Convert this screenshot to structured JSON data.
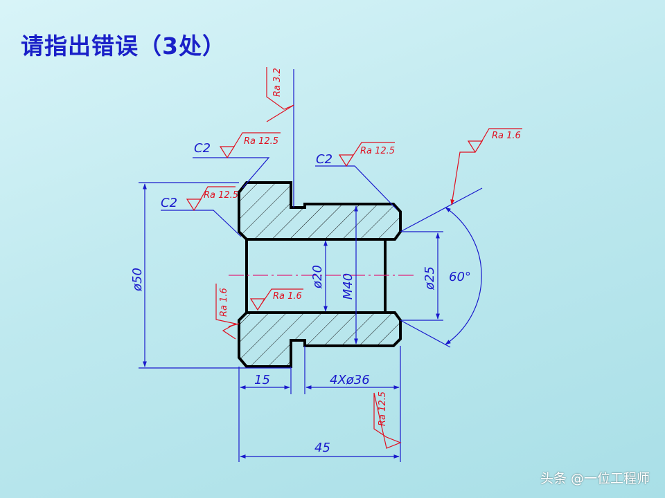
{
  "title": "请指出错误（3处）",
  "watermark": "头条 @一位工程师",
  "colors": {
    "outline": "#000000",
    "dimension": "#1a1acc",
    "roughness": "#e01020",
    "centerline": "#e0207a",
    "title": "#1a20c8"
  },
  "dimensions": {
    "overall_dia": "ø50",
    "bore_dia": "ø20",
    "thread": "M40",
    "chamfer_dia": "ø25",
    "angle": "60°",
    "shoulder_len": "15",
    "groove": "4Xø36",
    "total_len": "45"
  },
  "chamfers": {
    "top": "C2",
    "left": "C2",
    "right": "C2"
  },
  "roughness": {
    "top_vertical": "Ra 3.2",
    "top_c2": "Ra 12.5",
    "left_c2": "Ra 12.5",
    "right_c2": "Ra 12.5",
    "bore": "Ra 1.6",
    "left_face": "Ra 1.6",
    "cone": "Ra 1.6",
    "right_face": "Ra 12.5"
  }
}
